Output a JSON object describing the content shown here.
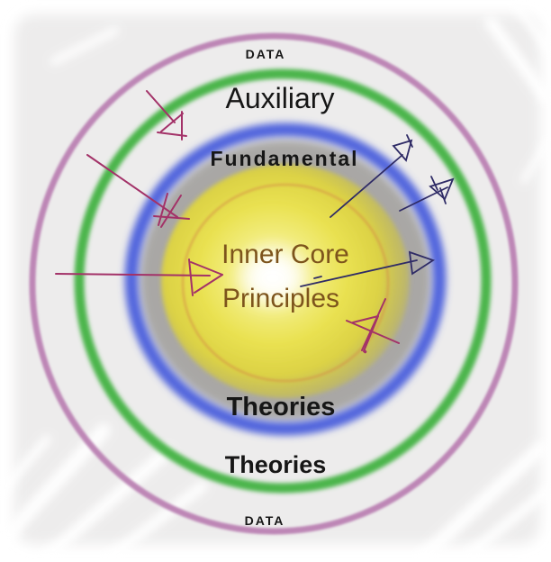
{
  "labels": {
    "data_top": "DATA",
    "auxiliary": "Auxiliary",
    "fundamental": "Fundamental",
    "inner_core_line1": "Inner Core",
    "inner_core_line2": "Principles",
    "theories_inner": "Theories",
    "theories_outer": "Theories",
    "data_bottom": "DATA"
  },
  "colors": {
    "paper": "#edecec",
    "outermost_ring": "#bd86b6",
    "outer_ring": "#4cb54c",
    "inner_ring": "#5165dd",
    "theories_disk": "#a9a7a5",
    "core_outline": "#d68c46",
    "core_text": "#7d541c",
    "label_dark": "#161616",
    "annotation_pink": "#a33268",
    "annotation_navy": "#2f2b66"
  },
  "annotations": {
    "pink_arrows": [
      {
        "id": "upper-left-inward"
      },
      {
        "id": "left-diagonal-inward"
      },
      {
        "id": "left-horizontal-inward"
      },
      {
        "id": "lower-right-inward"
      }
    ],
    "navy_arrows": [
      {
        "id": "upper-right-outward"
      },
      {
        "id": "right-short-outward"
      },
      {
        "id": "center-right-outward"
      }
    ]
  }
}
